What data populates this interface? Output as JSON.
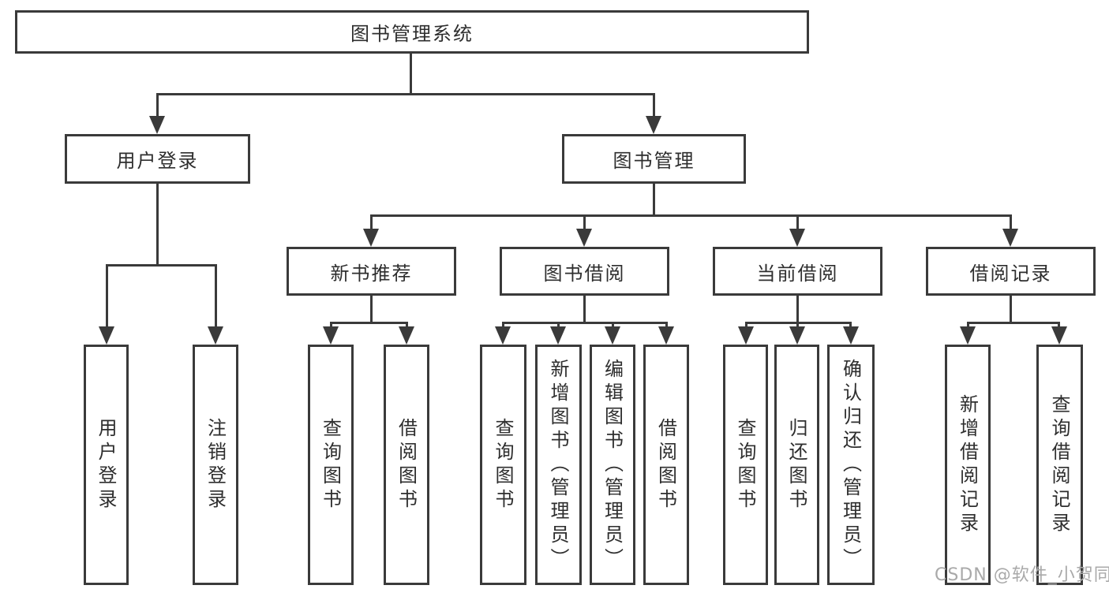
{
  "diagram": {
    "title": {
      "label": "图书管理系统"
    },
    "level2": {
      "user_login": {
        "label": "用户登录"
      },
      "book_mgmt": {
        "label": "图书管理"
      }
    },
    "level3": {
      "new_books": {
        "label": "新书推荐"
      },
      "book_borrow": {
        "label": "图书借阅"
      },
      "current_borrow": {
        "label": "当前借阅"
      },
      "borrow_records": {
        "label": "借阅记录"
      }
    },
    "leaves": {
      "login": {
        "label": "用户登录"
      },
      "logout": {
        "label": "注销登录"
      },
      "nb_query": {
        "label": "查询图书"
      },
      "nb_borrow": {
        "label": "借阅图书"
      },
      "bb_query": {
        "label": "查询图书"
      },
      "bb_add": {
        "label": "新增图书（管理员）"
      },
      "bb_edit": {
        "label": "编辑图书（管理员）"
      },
      "bb_borrow": {
        "label": "借阅图书"
      },
      "cb_query": {
        "label": "查询图书"
      },
      "cb_return": {
        "label": "归还图书"
      },
      "cb_confirm": {
        "label": "确认归还（管理员）"
      },
      "br_add": {
        "label": "新增借阅记录"
      },
      "br_query": {
        "label": "查询借阅记录"
      }
    },
    "colors": {
      "line": "#3a3a3a",
      "text": "#2e2e2e",
      "background": "#ffffff",
      "watermark_color": "#a9a9a9"
    }
  },
  "watermark": {
    "text": "CSDN @软件_小贺同学"
  }
}
